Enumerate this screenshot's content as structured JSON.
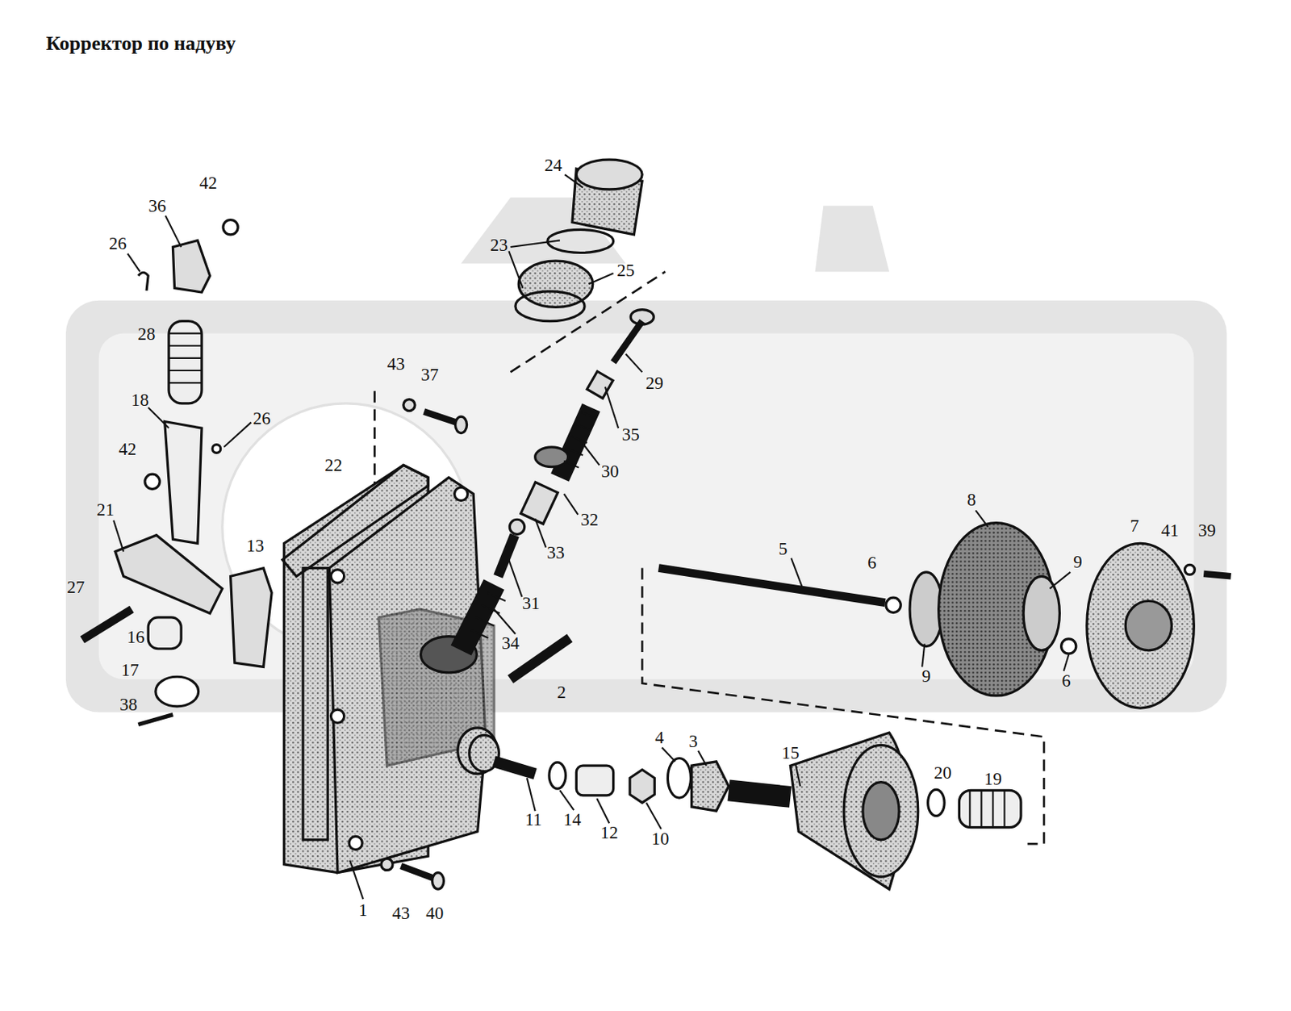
{
  "diagram": {
    "title": "Корректор по надуву",
    "labels": [
      "24",
      "23",
      "25",
      "42",
      "36",
      "26",
      "28",
      "29",
      "43",
      "37",
      "18",
      "26",
      "35",
      "22",
      "42",
      "30",
      "21",
      "32",
      "13",
      "33",
      "27",
      "31",
      "5",
      "8",
      "7",
      "41",
      "39",
      "6",
      "9",
      "16",
      "34",
      "9",
      "6",
      "17",
      "2",
      "38",
      "4",
      "3",
      "15",
      "20",
      "19",
      "11",
      "14",
      "12",
      "10",
      "1",
      "43",
      "40"
    ]
  }
}
